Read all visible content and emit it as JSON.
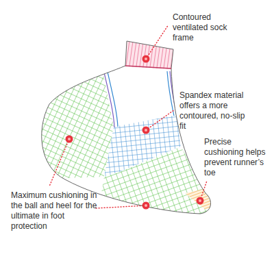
{
  "diagram": {
    "labels": [
      "Contoured ventilated sock frame",
      "Spandex material offers a more contoured, no-slip fit",
      "Precise cushioning helps prevent runner’s toe",
      "Maximum cushioning in the ball and heel for the ultimate in foot protection"
    ]
  }
}
